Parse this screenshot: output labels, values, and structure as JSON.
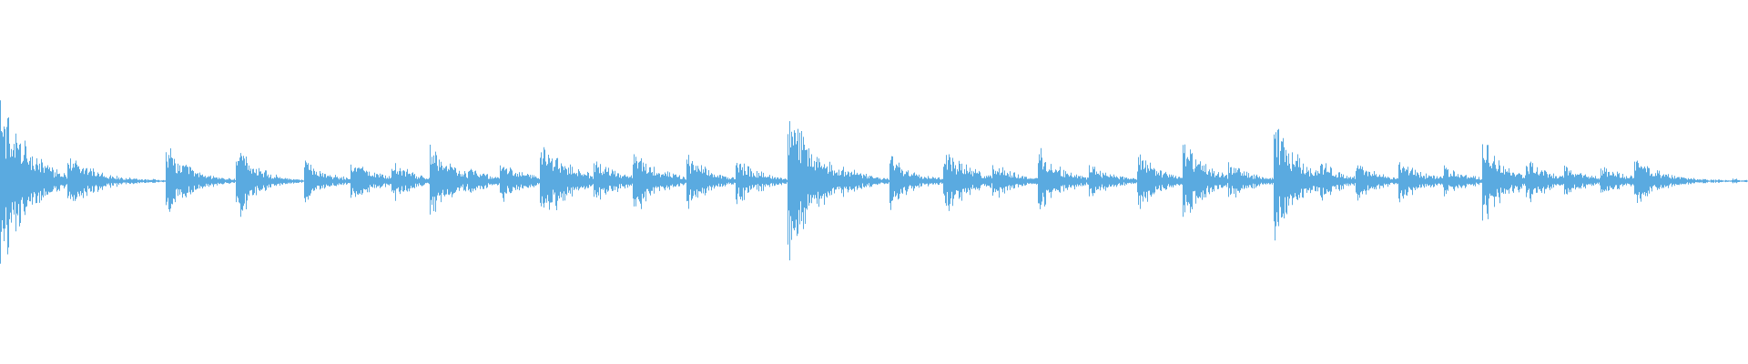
{
  "waveform": {
    "color": "#5aaae0",
    "background": "#ffffff",
    "baseline_amplitude": 0.006,
    "transients": [
      {
        "t": 0.0,
        "amp": 0.46,
        "decay": 0.016
      },
      {
        "t": 0.039,
        "amp": 0.16,
        "decay": 0.016
      },
      {
        "t": 0.095,
        "amp": 0.19,
        "decay": 0.014
      },
      {
        "t": 0.135,
        "amp": 0.21,
        "decay": 0.012
      },
      {
        "t": 0.174,
        "amp": 0.11,
        "decay": 0.014
      },
      {
        "t": 0.201,
        "amp": 0.12,
        "decay": 0.014
      },
      {
        "t": 0.224,
        "amp": 0.12,
        "decay": 0.012
      },
      {
        "t": 0.246,
        "amp": 0.22,
        "decay": 0.014
      },
      {
        "t": 0.268,
        "amp": 0.09,
        "decay": 0.012
      },
      {
        "t": 0.286,
        "amp": 0.12,
        "decay": 0.014
      },
      {
        "t": 0.309,
        "amp": 0.24,
        "decay": 0.016
      },
      {
        "t": 0.34,
        "amp": 0.13,
        "decay": 0.014
      },
      {
        "t": 0.362,
        "amp": 0.19,
        "decay": 0.014
      },
      {
        "t": 0.393,
        "amp": 0.14,
        "decay": 0.014
      },
      {
        "t": 0.421,
        "amp": 0.12,
        "decay": 0.016
      },
      {
        "t": 0.451,
        "amp": 0.4,
        "decay": 0.016
      },
      {
        "t": 0.481,
        "amp": 0.1,
        "decay": 0.014
      },
      {
        "t": 0.509,
        "amp": 0.15,
        "decay": 0.014
      },
      {
        "t": 0.54,
        "amp": 0.18,
        "decay": 0.016
      },
      {
        "t": 0.568,
        "amp": 0.11,
        "decay": 0.014
      },
      {
        "t": 0.594,
        "amp": 0.17,
        "decay": 0.014
      },
      {
        "t": 0.623,
        "amp": 0.1,
        "decay": 0.014
      },
      {
        "t": 0.651,
        "amp": 0.15,
        "decay": 0.014
      },
      {
        "t": 0.677,
        "amp": 0.21,
        "decay": 0.014
      },
      {
        "t": 0.703,
        "amp": 0.1,
        "decay": 0.014
      },
      {
        "t": 0.729,
        "amp": 0.3,
        "decay": 0.016
      },
      {
        "t": 0.755,
        "amp": 0.11,
        "decay": 0.014
      },
      {
        "t": 0.776,
        "amp": 0.1,
        "decay": 0.014
      },
      {
        "t": 0.8,
        "amp": 0.12,
        "decay": 0.014
      },
      {
        "t": 0.826,
        "amp": 0.09,
        "decay": 0.014
      },
      {
        "t": 0.848,
        "amp": 0.23,
        "decay": 0.014
      },
      {
        "t": 0.873,
        "amp": 0.12,
        "decay": 0.014
      },
      {
        "t": 0.895,
        "amp": 0.09,
        "decay": 0.014
      },
      {
        "t": 0.916,
        "amp": 0.09,
        "decay": 0.014
      },
      {
        "t": 0.935,
        "amp": 0.13,
        "decay": 0.016
      }
    ],
    "small_blips": [
      0.053,
      0.066,
      0.076,
      0.081,
      0.087,
      0.108,
      0.117,
      0.152,
      0.162,
      0.212,
      0.235,
      0.33,
      0.415,
      0.56,
      0.585,
      0.612,
      0.668,
      0.742,
      0.793,
      0.957,
      0.967,
      0.975,
      0.983,
      0.992
    ]
  }
}
